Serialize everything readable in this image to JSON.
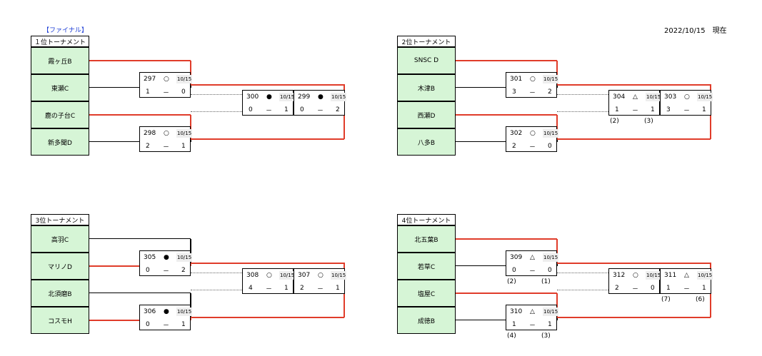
{
  "date_label": "2022/10/15　現在",
  "final_label": "【ファイナル】",
  "blocks": [
    {
      "title": "１位トーナメント",
      "teams": [
        "霞ヶ丘B",
        "東瀬C",
        "鹿の子台C",
        "新多聞D"
      ],
      "matches": [
        {
          "no": "297",
          "mark": "○",
          "date": "10/15",
          "s1": "1",
          "s2": "0"
        },
        {
          "no": "298",
          "mark": "○",
          "date": "10/15",
          "s1": "2",
          "s2": "1"
        },
        {
          "no": "300",
          "mark": "●",
          "date": "10/15",
          "s1": "0",
          "s2": "1"
        },
        {
          "no": "299",
          "mark": "●",
          "date": "10/15",
          "s1": "0",
          "s2": "2"
        }
      ]
    },
    {
      "title": "2位トーナメント",
      "teams": [
        "SNSC D",
        "木津B",
        "西瀬D",
        "八多B"
      ],
      "matches": [
        {
          "no": "301",
          "mark": "○",
          "date": "10/15",
          "s1": "3",
          "s2": "2"
        },
        {
          "no": "302",
          "mark": "○",
          "date": "10/15",
          "s1": "2",
          "s2": "0"
        },
        {
          "no": "304",
          "mark": "△",
          "date": "10/15",
          "s1": "1",
          "s2": "1",
          "pk1": "(2)",
          "pk2": "(3)"
        },
        {
          "no": "303",
          "mark": "○",
          "date": "10/15",
          "s1": "3",
          "s2": "1"
        }
      ]
    },
    {
      "title": "3位トーナメント",
      "teams": [
        "高羽C",
        "マリノD",
        "北須磨B",
        "コスモH"
      ],
      "matches": [
        {
          "no": "305",
          "mark": "●",
          "date": "10/15",
          "s1": "0",
          "s2": "2"
        },
        {
          "no": "306",
          "mark": "●",
          "date": "10/15",
          "s1": "0",
          "s2": "1"
        },
        {
          "no": "308",
          "mark": "○",
          "date": "10/15",
          "s1": "4",
          "s2": "1"
        },
        {
          "no": "307",
          "mark": "○",
          "date": "10/15",
          "s1": "2",
          "s2": "1"
        }
      ]
    },
    {
      "title": "4位トーナメント",
      "teams": [
        "北五葉B",
        "若草C",
        "塩屋C",
        "成徳B"
      ],
      "matches": [
        {
          "no": "309",
          "mark": "△",
          "date": "10/15",
          "s1": "0",
          "s2": "0",
          "pk1": "(2)",
          "pk2": "(1)"
        },
        {
          "no": "310",
          "mark": "△",
          "date": "10/15",
          "s1": "1",
          "s2": "1",
          "pk1": "(4)",
          "pk2": "(3)"
        },
        {
          "no": "312",
          "mark": "○",
          "date": "10/15",
          "s1": "2",
          "s2": "0"
        },
        {
          "no": "311",
          "mark": "△",
          "date": "10/15",
          "s1": "1",
          "s2": "1",
          "pk1": "(7)",
          "pk2": "(6)"
        }
      ]
    }
  ]
}
